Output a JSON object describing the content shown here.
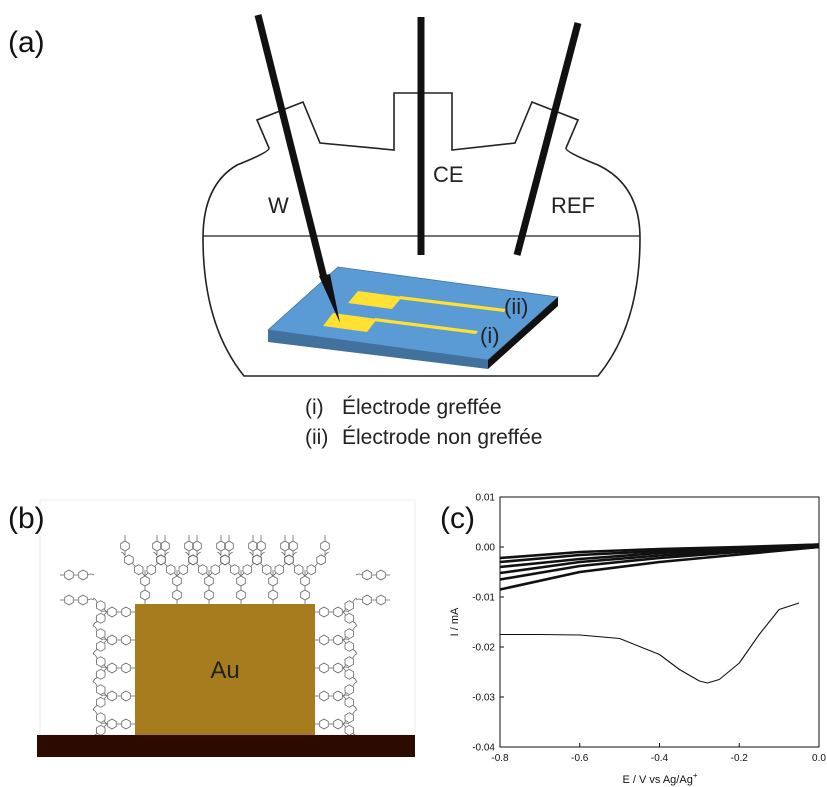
{
  "panel_a": {
    "label": "(a)",
    "electrodes": {
      "working": "W",
      "counter": "CE",
      "reference": "REF"
    },
    "chip_labels": {
      "grafted": "(i)",
      "ungrafted": "(ii)"
    },
    "legend": [
      {
        "marker": "(i)",
        "text": "Électrode greffée"
      },
      {
        "marker": "(ii)",
        "text": "Électrode non greffée"
      }
    ],
    "colors": {
      "substrate": "#5b9bd5",
      "gold_pad": "#ffe033"
    }
  },
  "panel_b": {
    "label": "(b)",
    "electrode_label": "Au",
    "colors": {
      "gold": "#a67c1e",
      "base": "#2d0a00"
    }
  },
  "panel_c": {
    "label": "(c)",
    "chart_data": {
      "type": "line",
      "xlabel": "E / V vs Ag/Ag",
      "xlabel_sup": "+",
      "ylabel": "I / mA",
      "xlim": [
        -0.8,
        0.0
      ],
      "ylim": [
        -0.04,
        0.01
      ],
      "xticks": [
        "-0.8",
        "-0.6",
        "-0.4",
        "-0.2",
        "0.0"
      ],
      "yticks": [
        "0.01",
        "0.00",
        "-0.01",
        "-0.02",
        "-0.03",
        "-0.04"
      ],
      "series": [
        {
          "x": [
            -0.8,
            -0.7,
            -0.6,
            -0.5,
            -0.4,
            -0.35,
            -0.3,
            -0.28,
            -0.25,
            -0.2,
            -0.15,
            -0.1,
            -0.05
          ],
          "y": [
            -0.0175,
            -0.0175,
            -0.0176,
            -0.0183,
            -0.0215,
            -0.0245,
            -0.0268,
            -0.0272,
            -0.0265,
            -0.0232,
            -0.0175,
            -0.0125,
            -0.0112
          ]
        },
        {
          "x": [
            -0.8,
            -0.6,
            -0.4,
            -0.2,
            0.0
          ],
          "y": [
            -0.0085,
            -0.005,
            -0.003,
            -0.0015,
            0.0
          ]
        },
        {
          "x": [
            -0.8,
            -0.6,
            -0.4,
            -0.2,
            0.0
          ],
          "y": [
            -0.0065,
            -0.0038,
            -0.0022,
            -0.001,
            0.0
          ]
        },
        {
          "x": [
            -0.8,
            -0.6,
            -0.4,
            -0.2,
            0.0
          ],
          "y": [
            -0.0052,
            -0.003,
            -0.0017,
            -0.0007,
            0.0
          ]
        },
        {
          "x": [
            -0.8,
            -0.6,
            -0.4,
            -0.2,
            0.0
          ],
          "y": [
            -0.004,
            -0.0024,
            -0.0012,
            -0.0005,
            0.0
          ]
        },
        {
          "x": [
            -0.8,
            -0.6,
            -0.4,
            -0.2,
            0.0
          ],
          "y": [
            -0.003,
            -0.0016,
            -0.0008,
            -0.0002,
            0.0005
          ]
        },
        {
          "x": [
            -0.8,
            -0.6,
            -0.4,
            -0.2,
            0.0
          ],
          "y": [
            -0.0022,
            -0.001,
            -0.0004,
            0.0,
            0.0005
          ]
        }
      ]
    }
  }
}
